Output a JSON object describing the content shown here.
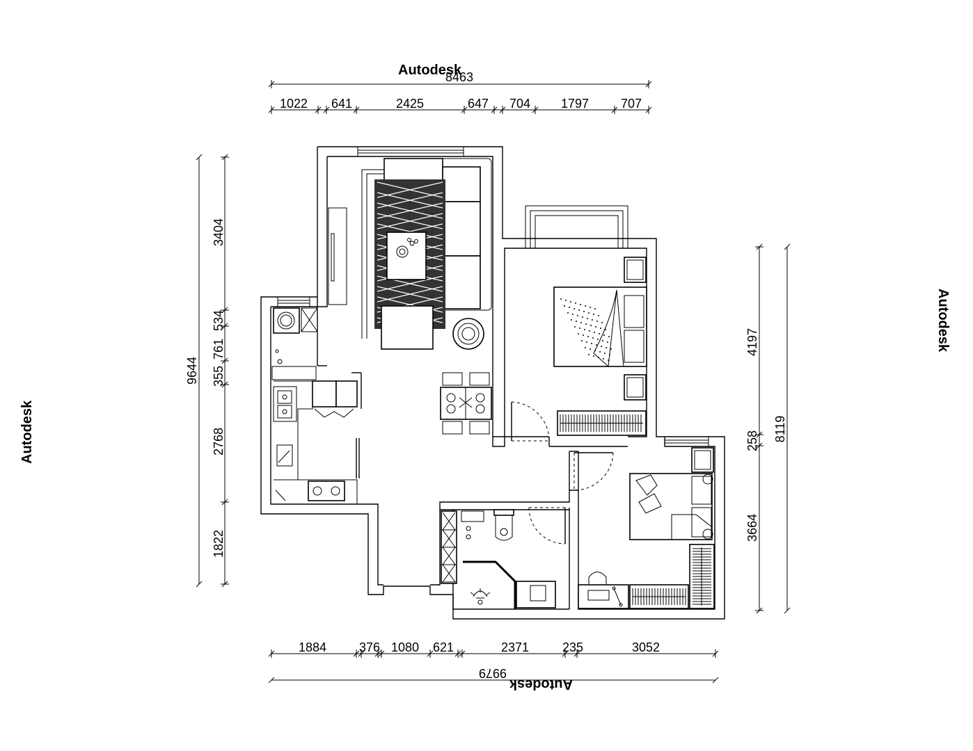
{
  "watermark": {
    "text": "Autodesk"
  },
  "dimensions": {
    "top_total": "8463",
    "top_segments": [
      "1022",
      "641",
      "2425",
      "647",
      "704",
      "1797",
      "707"
    ],
    "left_total": "9644",
    "left_segments": [
      "3404",
      "355",
      "761",
      "534",
      "2768",
      "1822"
    ],
    "right_total": "8119",
    "right_segments": [
      "4197",
      "258",
      "3664"
    ],
    "bottom_total": "9979",
    "bottom_segments": [
      "1884",
      "376",
      "1080",
      "621",
      "2371",
      "235",
      "3052"
    ]
  }
}
